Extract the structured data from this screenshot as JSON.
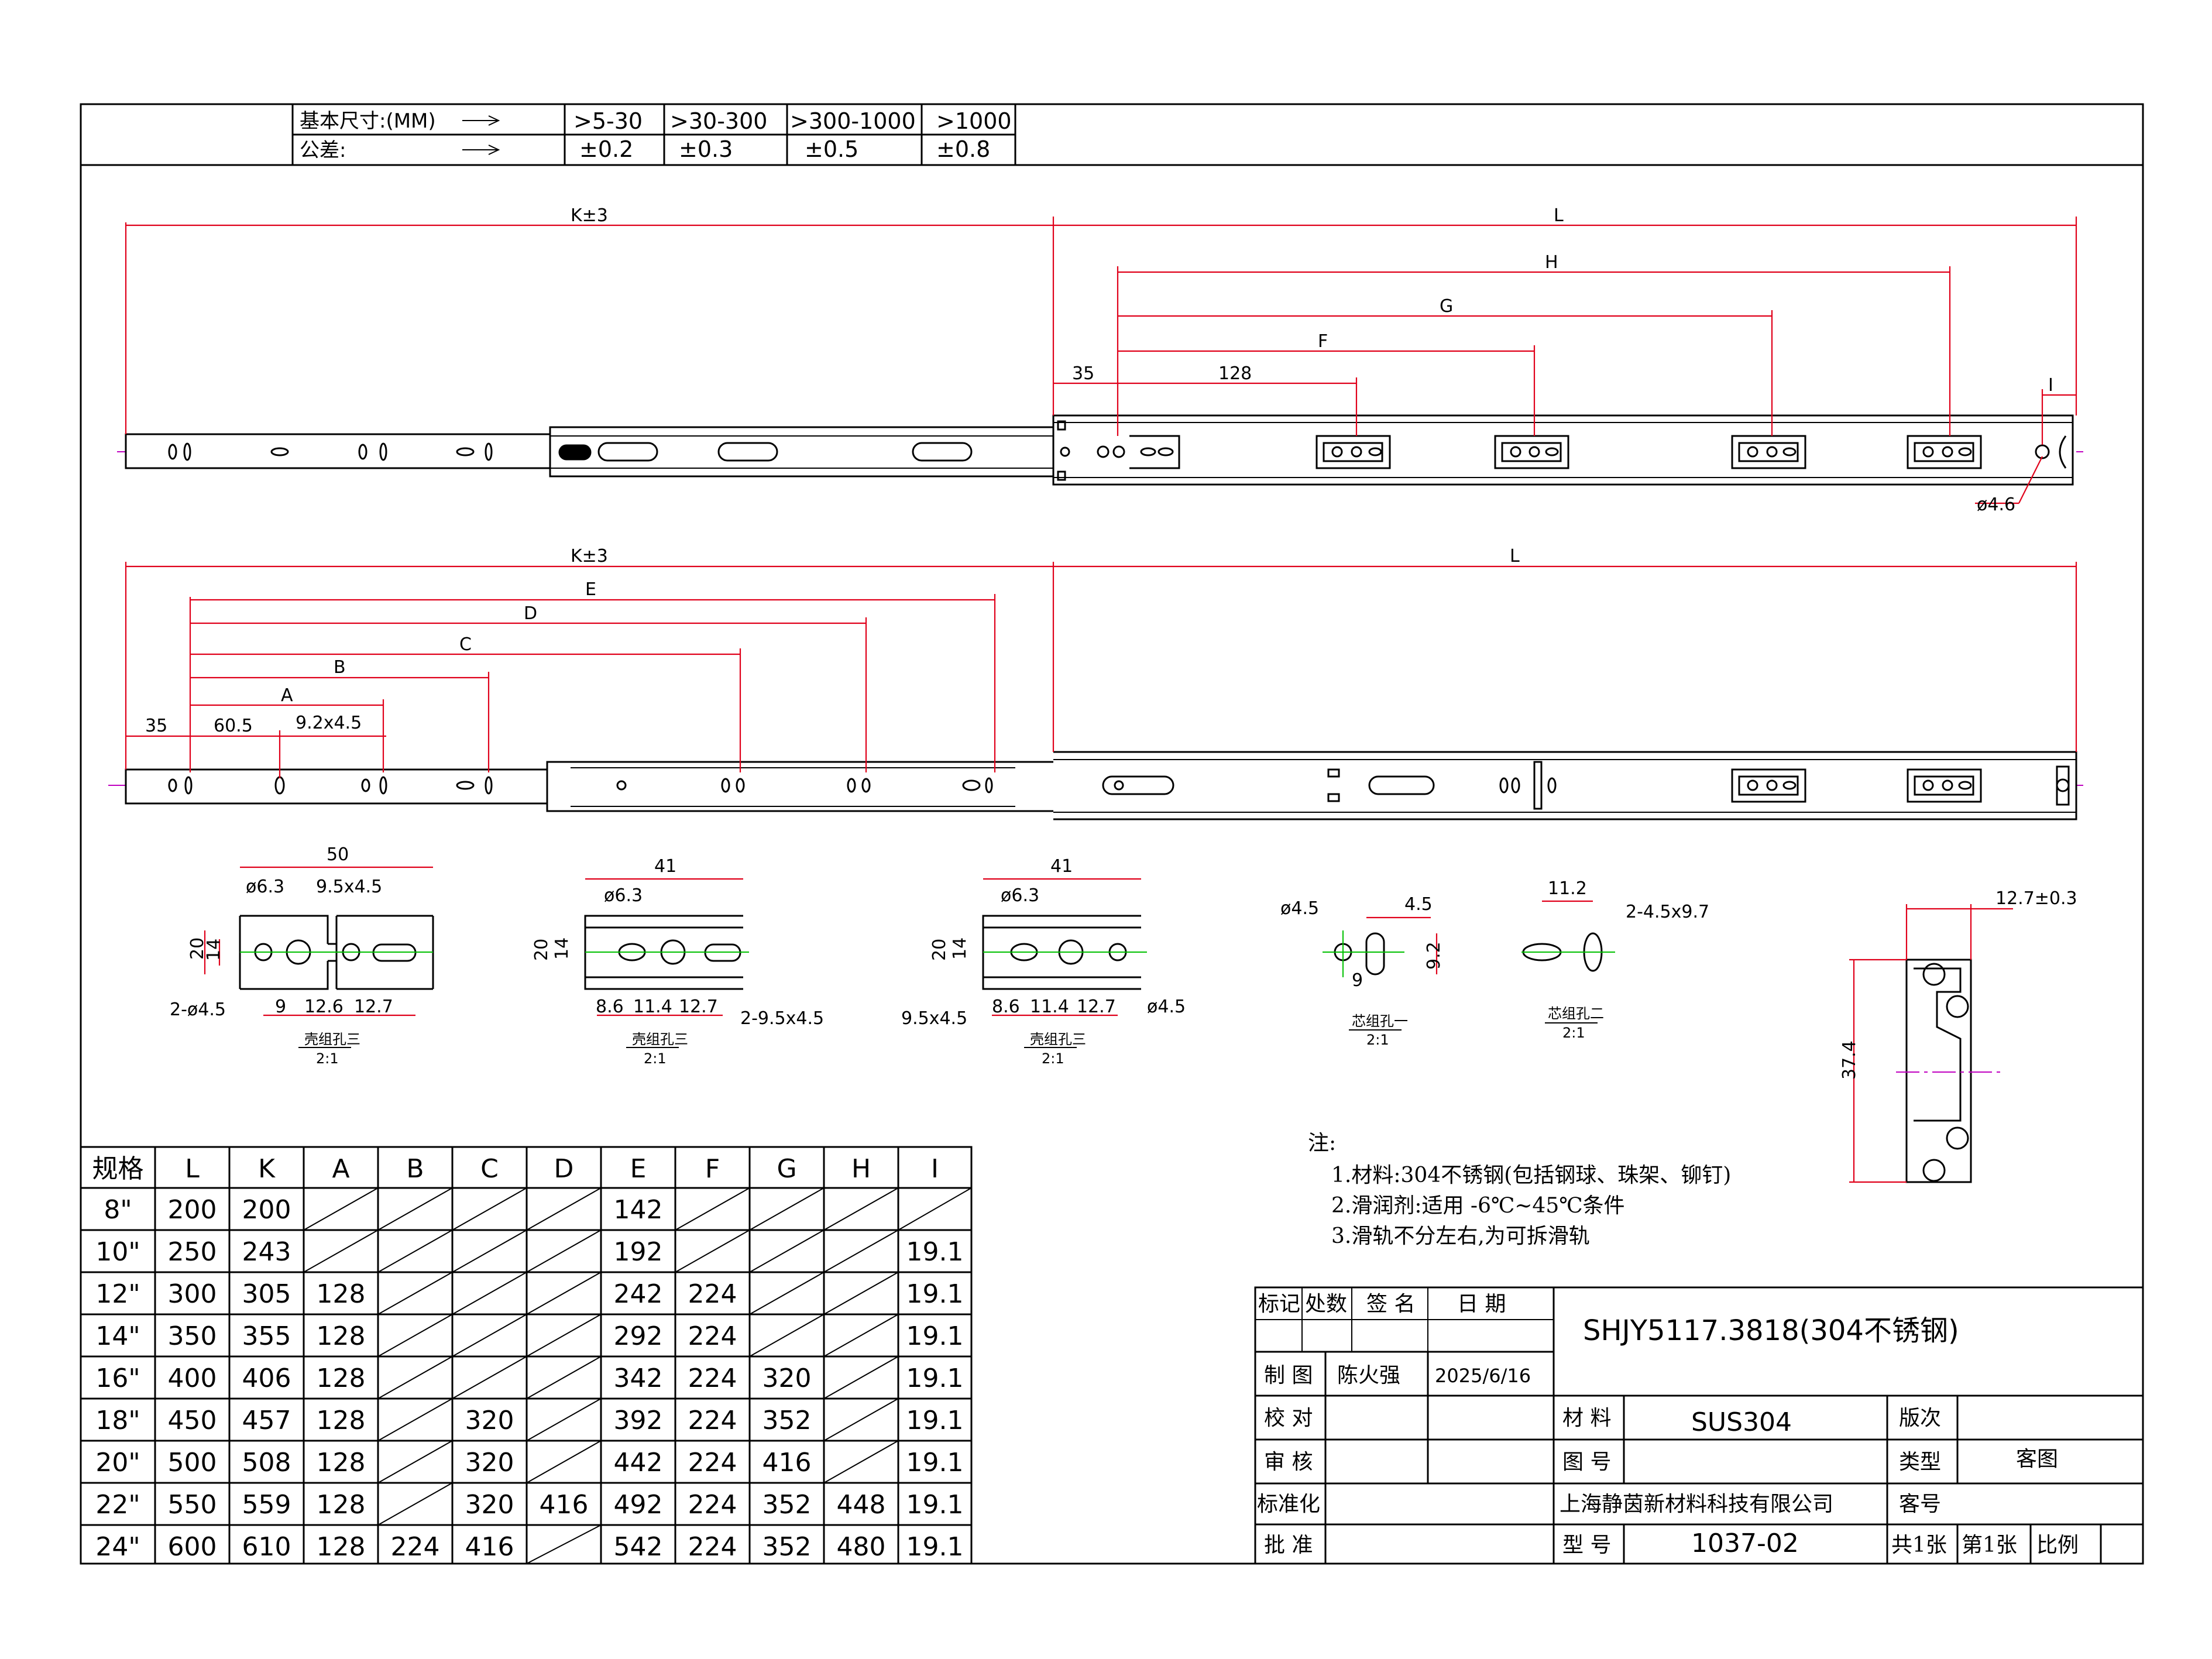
{
  "tolerance_table": {
    "row1_label": "基本尺寸:(MM)",
    "row2_label": "公差:",
    "ranges": [
      ">5-30",
      ">30-300",
      ">300-1000",
      ">1000"
    ],
    "tolerances": [
      "±0.2",
      "±0.3",
      "±0.5",
      "±0.8"
    ]
  },
  "top_view": {
    "k": "K±3",
    "l": "L",
    "h": "H",
    "g": "G",
    "f": "F",
    "d35": "35",
    "d128": "128",
    "i": "I",
    "hole": "ø4.6"
  },
  "bottom_view": {
    "k": "K±3",
    "l": "L",
    "e": "E",
    "d": "D",
    "c": "C",
    "b": "B",
    "a": "A",
    "d35": "35",
    "d605": "60.5",
    "slot": "9.2x4.5"
  },
  "details": {
    "d1": {
      "w": "50",
      "hole": "ø6.3",
      "slot": "9.5x4.5",
      "h20": "20",
      "h14": "14",
      "holes": "2-ø4.5",
      "a": "9",
      "b": "12.6",
      "c": "12.7",
      "caption": "壳组孔三",
      "scale": "2:1"
    },
    "d2": {
      "w": "41",
      "hole": "ø6.3",
      "h20": "20",
      "h14": "14",
      "a": "8.6",
      "b": "11.4",
      "c": "12.7",
      "slot": "2-9.5x4.5",
      "caption": "壳组孔三",
      "scale": "2:1"
    },
    "d3": {
      "w": "41",
      "hole": "ø6.3",
      "h20": "20",
      "h14": "14",
      "slot": "9.5x4.5",
      "a": "8.6",
      "b": "11.4",
      "c": "12.7",
      "hole2": "ø4.5",
      "caption": "壳组孔三",
      "scale": "2:1"
    },
    "d4": {
      "hole": "ø4.5",
      "w": "4.5",
      "h": "9.2",
      "a": "9",
      "caption": "芯组孔一",
      "scale": "2:1"
    },
    "d5": {
      "w": "11.2",
      "slot": "2-4.5x9.7",
      "caption": "芯组孔二",
      "scale": "2:1"
    },
    "section": {
      "w": "12.7±0.3",
      "h": "37.4"
    }
  },
  "spec_table": {
    "headers": [
      "规格",
      "L",
      "K",
      "A",
      "B",
      "C",
      "D",
      "E",
      "F",
      "G",
      "H",
      "I"
    ],
    "rows": [
      [
        "8\"",
        "200",
        "200",
        "",
        "",
        "",
        "",
        "142",
        "",
        "",
        "",
        ""
      ],
      [
        "10\"",
        "250",
        "243",
        "",
        "",
        "",
        "",
        "192",
        "",
        "",
        "",
        "19.1"
      ],
      [
        "12\"",
        "300",
        "305",
        "128",
        "",
        "",
        "",
        "242",
        "224",
        "",
        "",
        "19.1"
      ],
      [
        "14\"",
        "350",
        "355",
        "128",
        "",
        "",
        "",
        "292",
        "224",
        "",
        "",
        "19.1"
      ],
      [
        "16\"",
        "400",
        "406",
        "128",
        "",
        "",
        "",
        "342",
        "224",
        "320",
        "",
        "19.1"
      ],
      [
        "18\"",
        "450",
        "457",
        "128",
        "",
        "320",
        "",
        "392",
        "224",
        "352",
        "",
        "19.1"
      ],
      [
        "20\"",
        "500",
        "508",
        "128",
        "",
        "320",
        "",
        "442",
        "224",
        "416",
        "",
        "19.1"
      ],
      [
        "22\"",
        "550",
        "559",
        "128",
        "",
        "320",
        "416",
        "492",
        "224",
        "352",
        "448",
        "19.1"
      ],
      [
        "24\"",
        "600",
        "610",
        "128",
        "224",
        "416",
        "",
        "542",
        "224",
        "352",
        "480",
        "19.1"
      ]
    ]
  },
  "notes": {
    "title": "注:",
    "items": [
      "1.材料:304不锈钢(包括钢球、珠架、铆钉)",
      "2.滑润剂:适用 -6℃~45℃条件",
      "3.滑轨不分左右,为可拆滑轨"
    ]
  },
  "title_block": {
    "h_mark": "标记",
    "h_count": "处数",
    "h_sign": "签 名",
    "h_date": "日 期",
    "drawing_title": "SHJY5117.3818(304不锈钢)",
    "drawn_label": "制 图",
    "drawn_by": "陈火强",
    "drawn_date": "2025/6/16",
    "check_label": "校 对",
    "review_label": "审 核",
    "std_label": "标准化",
    "approve_label": "批 准",
    "material_label": "材 料",
    "material": "SUS304",
    "drawing_no_label": "图 号",
    "company": "上海静茵新材料科技有限公司",
    "model_label": "型 号",
    "model": "1037-02",
    "version_label": "版次",
    "type_label": "类型",
    "type_value": "客图",
    "customer_label": "客号",
    "sheets_total": "共1张",
    "sheet_no": "第1张",
    "scale_label": "比例"
  }
}
